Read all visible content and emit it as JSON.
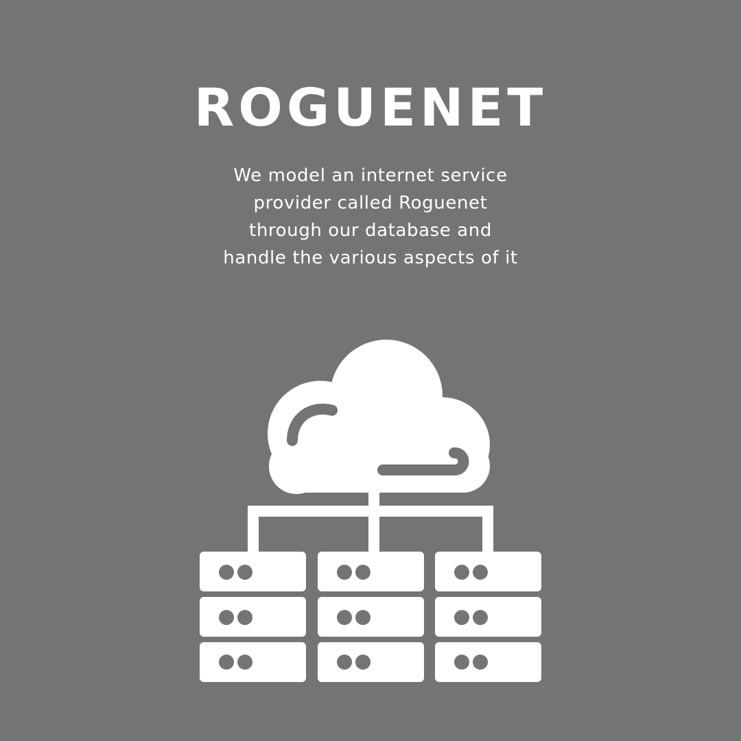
{
  "title": "ROGUENET",
  "description_lines": [
    "We model an internet service",
    "provider called Roguenet",
    "through our database and",
    "handle the various aspects of it"
  ],
  "colors": {
    "background": "#747474",
    "foreground": "#ffffff"
  },
  "icons": {
    "main": "cloud-server-network-icon"
  }
}
